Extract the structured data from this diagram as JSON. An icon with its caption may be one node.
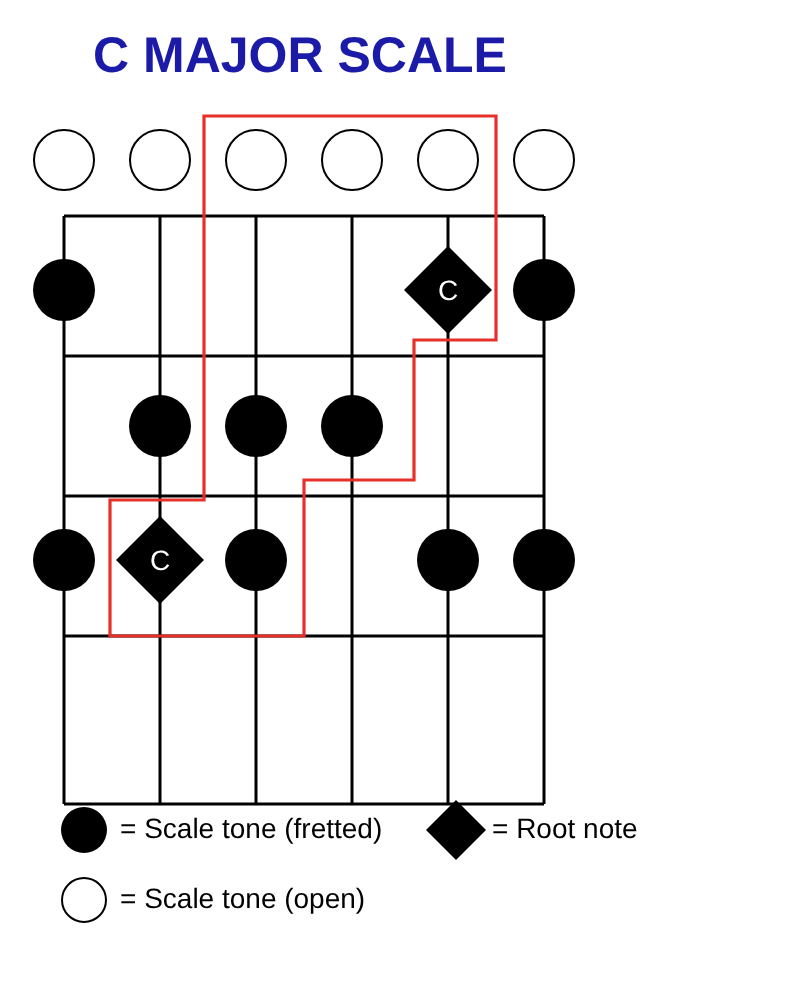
{
  "diagram": {
    "title": "C MAJOR SCALE",
    "nodes": [
      {
        "text": [],
        "shape": "circle"
      },
      {
        "text": [],
        "shape": "circle"
      },
      {
        "text": [],
        "shape": "circle"
      },
      {
        "text": [],
        "shape": "circle"
      },
      {
        "text": [],
        "shape": "circle"
      },
      {
        "text": [],
        "shape": "circle"
      },
      {
        "text": [],
        "shape": "circle"
      },
      {
        "text": [
          "C"
        ]
      },
      {
        "text": [],
        "shape": "circle"
      },
      {
        "text": [],
        "shape": "circle"
      },
      {
        "text": [],
        "shape": "circle"
      },
      {
        "text": [],
        "shape": "circle"
      },
      {
        "text": [],
        "shape": "circle"
      },
      {
        "text": [
          "C"
        ]
      },
      {
        "text": [],
        "shape": "circle"
      },
      {
        "text": [],
        "shape": "circle"
      },
      {
        "text": [],
        "shape": "circle"
      }
    ],
    "edges": [],
    "legend": [
      {
        "text": "= Scale tone (fretted)"
      },
      {
        "text": "= Root note"
      },
      {
        "text": "= Scale tone (open)"
      }
    ]
  }
}
